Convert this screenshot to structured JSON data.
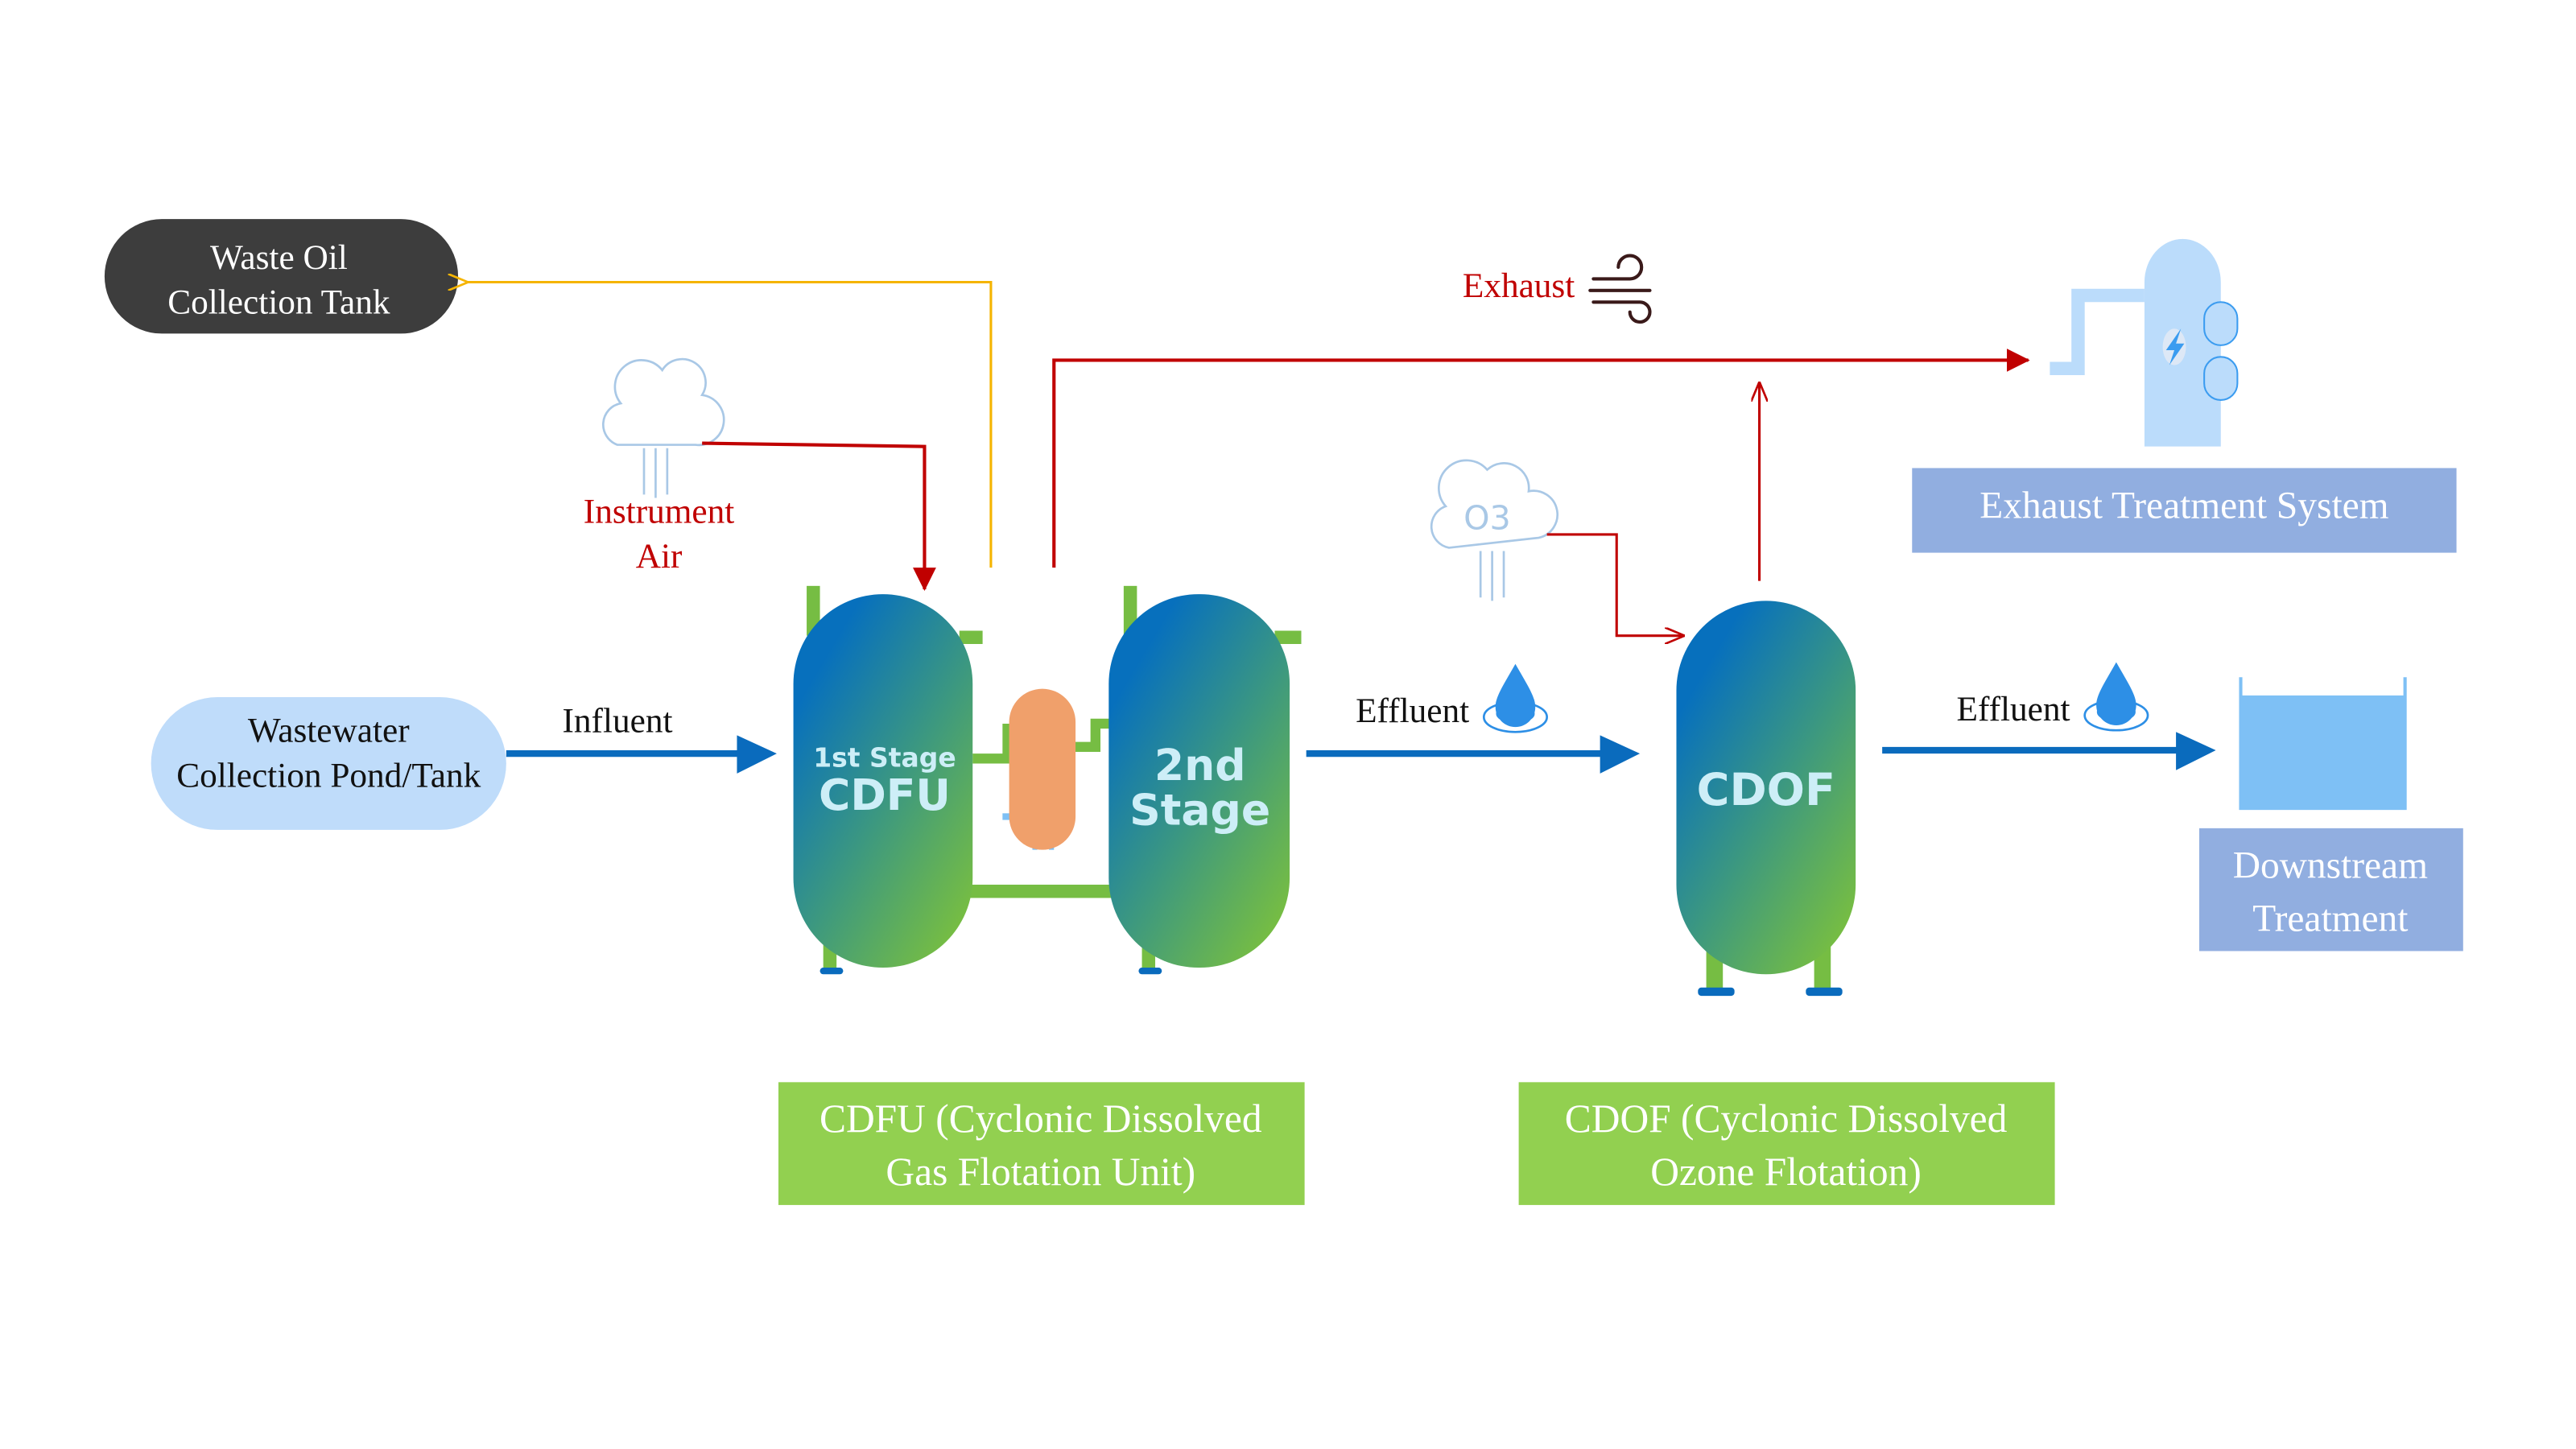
{
  "nodes": {
    "waste_oil": {
      "line1": "Waste Oil",
      "line2": "Collection Tank"
    },
    "wastewater": {
      "line1": "Wastewater",
      "line2": "Collection Pond/Tank"
    },
    "cdfu_stage1": {
      "line1": "1st Stage",
      "line2": "CDFU"
    },
    "cdfu_stage2": {
      "line1": "2nd",
      "line2": "Stage"
    },
    "cdof": {
      "label": "CDOF"
    },
    "exhaust_treatment": {
      "label": "Exhaust Treatment System"
    },
    "downstream": {
      "line1": "Downstream",
      "line2": "Treatment"
    }
  },
  "flows": {
    "influent": "Influent",
    "effluent_1": "Effluent",
    "effluent_2": "Effluent",
    "exhaust": "Exhaust",
    "instrument_air": {
      "line1": "Instrument",
      "line2": "Air"
    },
    "ozone": "O3"
  },
  "captions": {
    "cdfu": {
      "line1": "CDFU (Cyclonic Dissolved",
      "line2": "Gas Flotation Unit)"
    },
    "cdof": {
      "line1": "CDOF (Cyclonic Dissolved",
      "line2": "Ozone Flotation)"
    }
  },
  "colors": {
    "water_flow": "#0a6bbd",
    "gas_flow": "#c00000",
    "oil_flow": "#f5b400",
    "caption_bg": "#92d050",
    "system_box_bg": "#91aee0",
    "tank_top": "#0770bd",
    "tank_bottom": "#76bd43"
  }
}
